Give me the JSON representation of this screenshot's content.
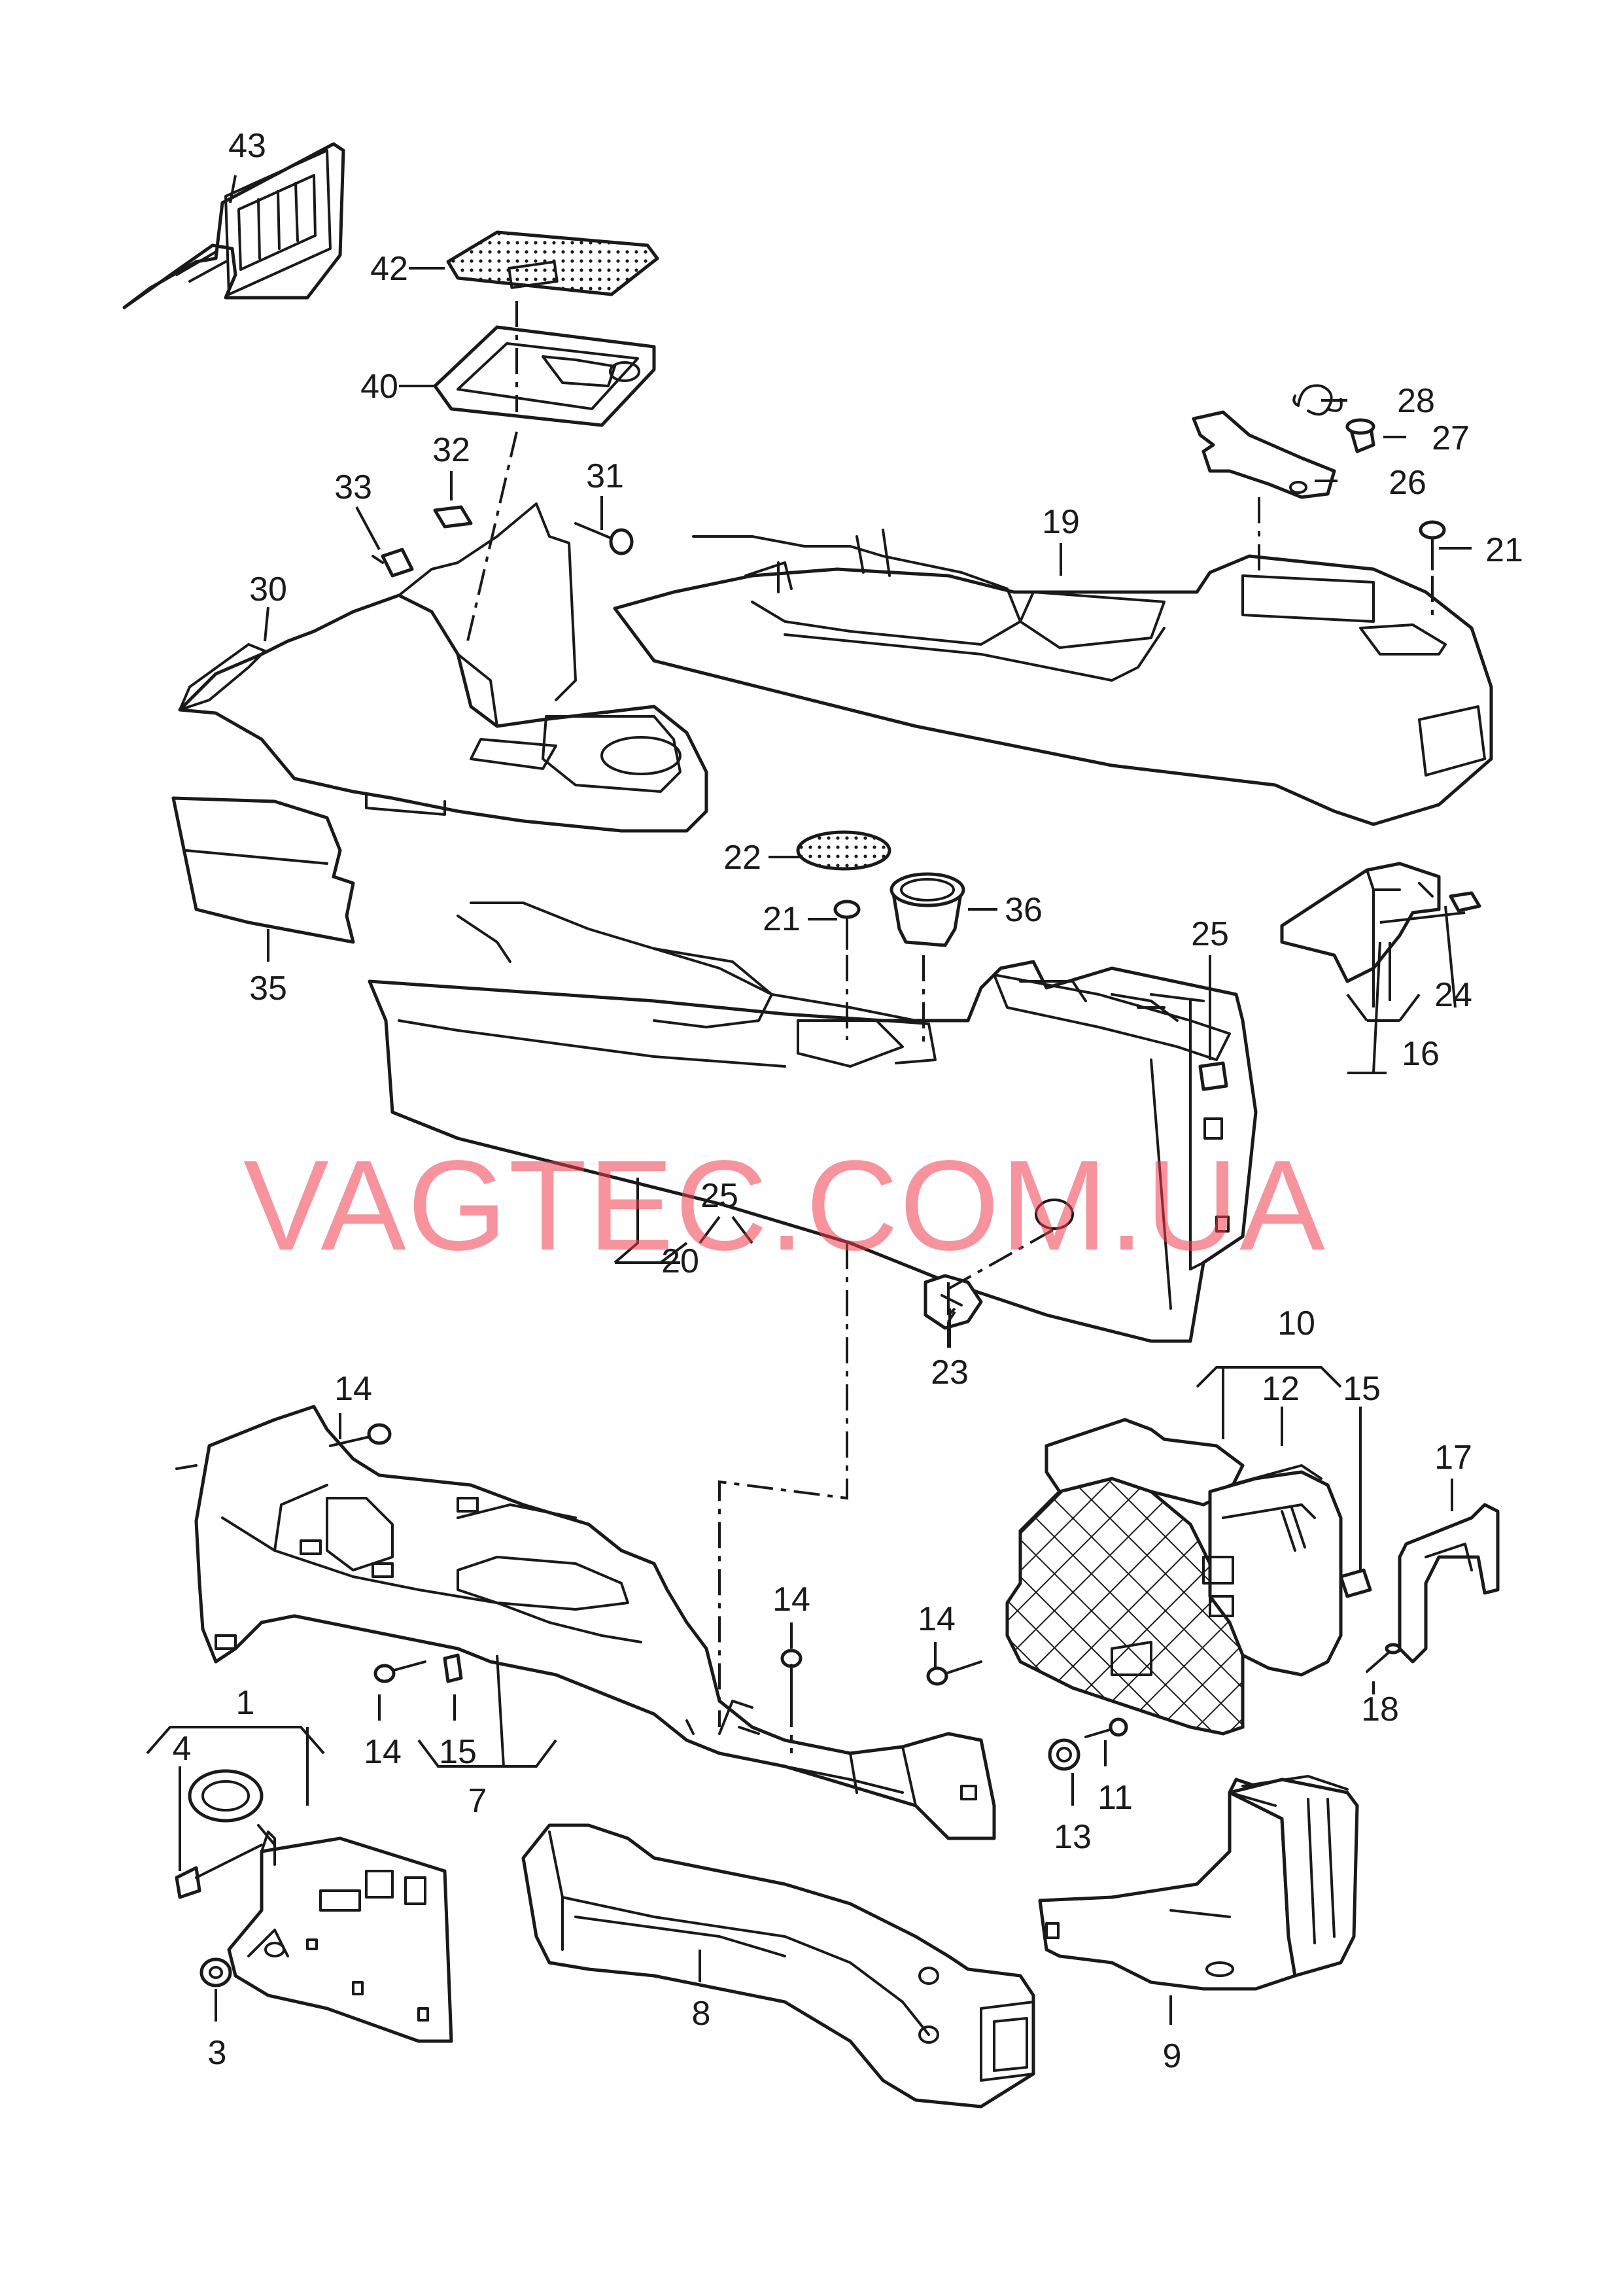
{
  "watermark": "VAGTEC.COM.UA",
  "colors": {
    "line": "#1a1a1a",
    "watermark": "#ee3b4a",
    "background": "#ffffff"
  },
  "callouts": {
    "c1": "1",
    "c3": "3",
    "c4": "4",
    "c7": "7",
    "c8": "8",
    "c9": "9",
    "c10": "10",
    "c11": "11",
    "c12": "12",
    "c13": "13",
    "c14a": "14",
    "c14b": "14",
    "c14c": "14",
    "c14d": "14",
    "c15a": "15",
    "c15b": "15",
    "c16": "16",
    "c17": "17",
    "c18": "18",
    "c19": "19",
    "c20": "20",
    "c21a": "21",
    "c21b": "21",
    "c22": "22",
    "c23": "23",
    "c24": "24",
    "c25a": "25",
    "c25b": "25",
    "c26": "26",
    "c27": "27",
    "c28": "28",
    "c30": "30",
    "c31": "31",
    "c32": "32",
    "c33": "33",
    "c35": "35",
    "c36": "36",
    "c40": "40",
    "c42": "42",
    "c43": "43"
  }
}
